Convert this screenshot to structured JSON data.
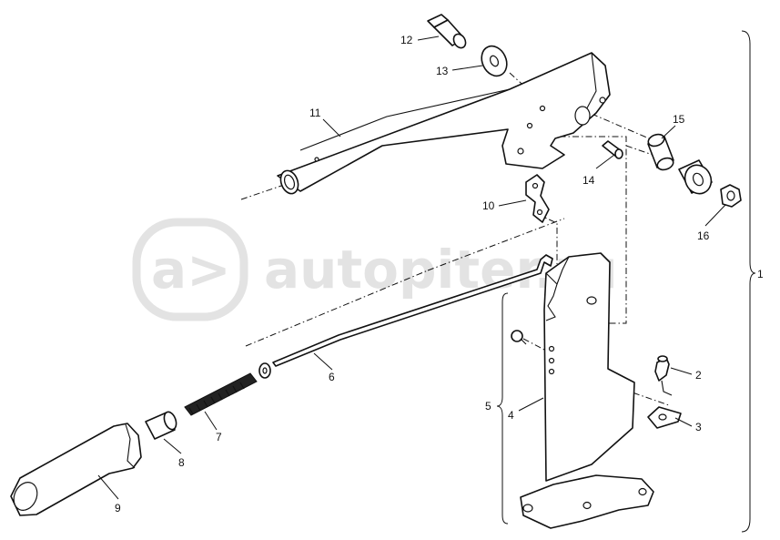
{
  "watermark": {
    "text": "autopiter.ru",
    "logo_glyph": "a>"
  },
  "callouts": {
    "c1": "1",
    "c2": "2",
    "c3": "3",
    "c4": "4",
    "c5": "5",
    "c6": "6",
    "c7": "7",
    "c8": "8",
    "c9": "9",
    "c10": "10",
    "c11": "11",
    "c12": "12",
    "c13": "13",
    "c14": "14",
    "c15": "15",
    "c16": "16"
  }
}
